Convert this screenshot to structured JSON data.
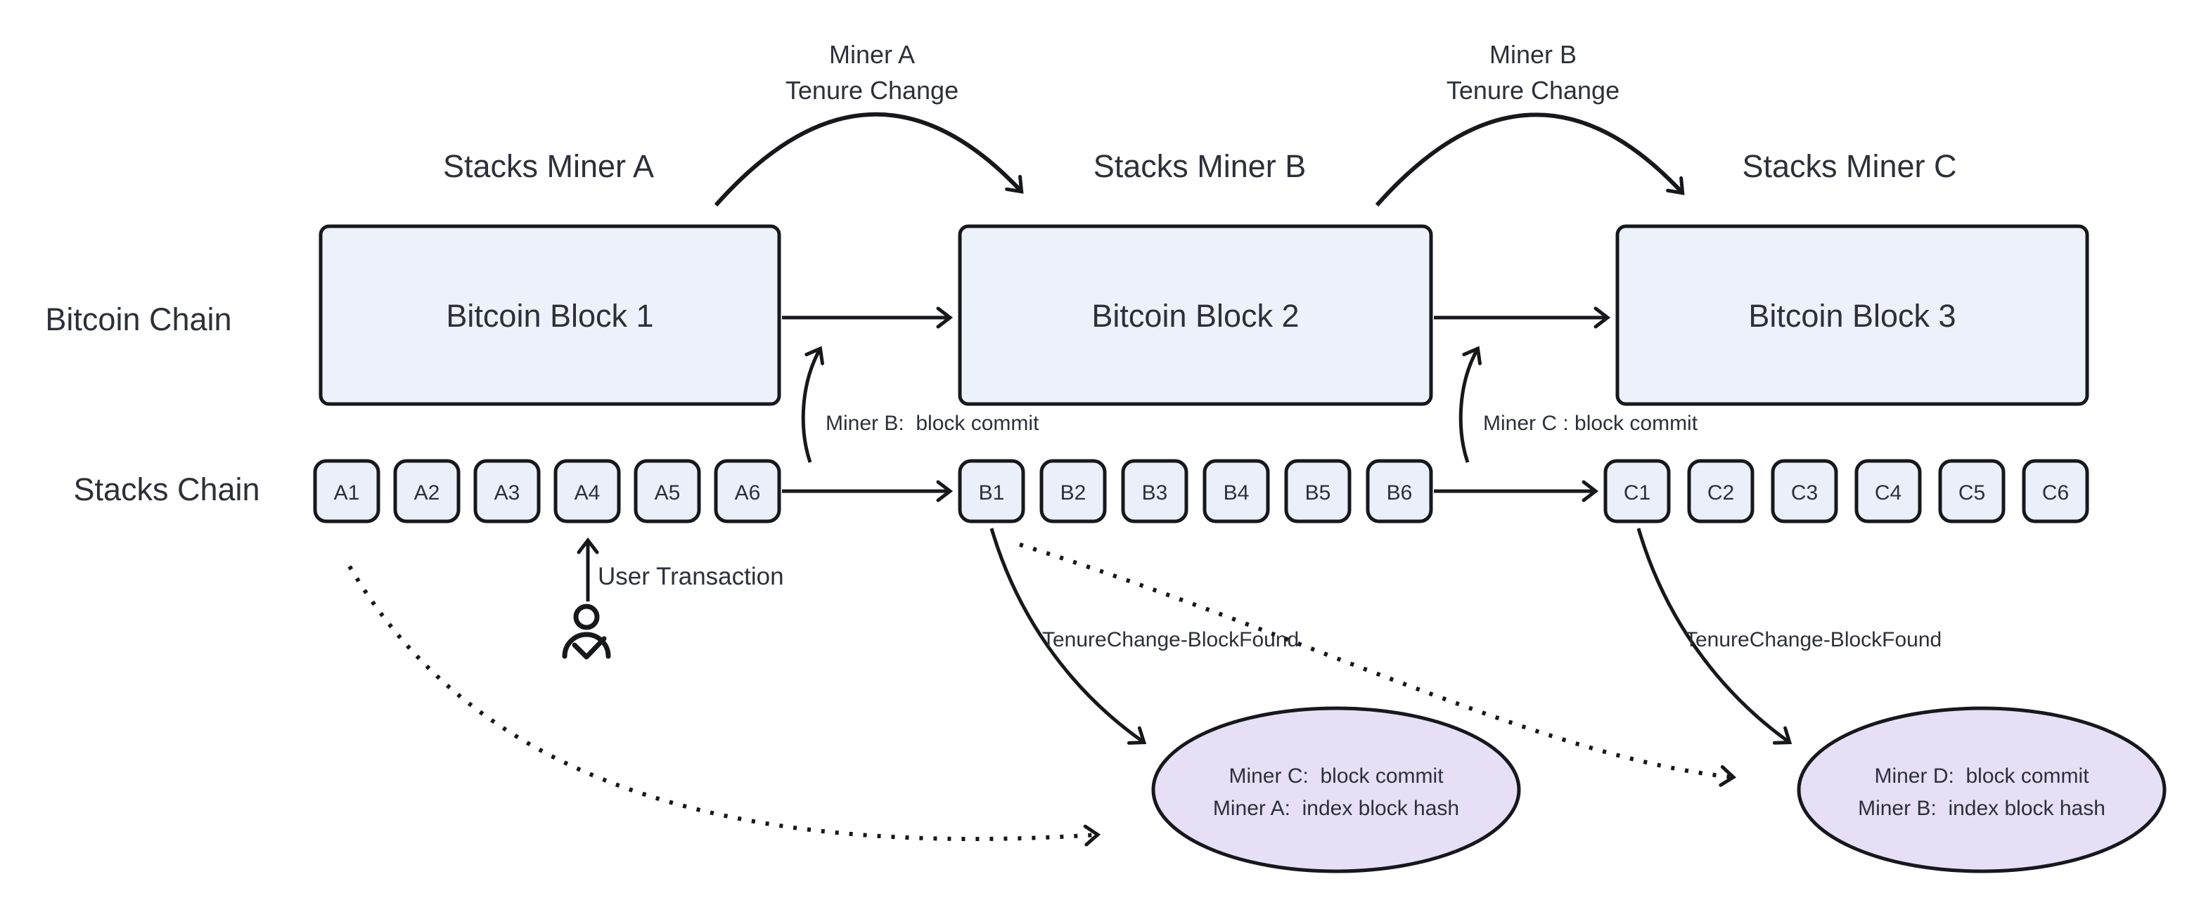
{
  "colors": {
    "background": "#ffffff",
    "block_fill": "#edf1f9",
    "small_block_fill": "#eaeff9",
    "ellipse_fill": "#e6dff6",
    "stroke": "#17181c",
    "text": "#2d3039"
  },
  "chain_labels": {
    "bitcoin": "Bitcoin Chain",
    "stacks": "Stacks Chain"
  },
  "miner_titles": [
    "Stacks Miner A",
    "Stacks Miner B",
    "Stacks Miner C"
  ],
  "tenure_changes": [
    {
      "line1": "Miner A",
      "line2": "Tenure Change"
    },
    {
      "line1": "Miner B",
      "line2": "Tenure Change"
    }
  ],
  "bitcoin_blocks": [
    "Bitcoin Block 1",
    "Bitcoin Block 2",
    "Bitcoin Block 3"
  ],
  "stacks_blocks": {
    "a": [
      "A1",
      "A2",
      "A3",
      "A4",
      "A5",
      "A6"
    ],
    "b": [
      "B1",
      "B2",
      "B3",
      "B4",
      "B5",
      "B6"
    ],
    "c": [
      "C1",
      "C2",
      "C3",
      "C4",
      "C5",
      "C6"
    ]
  },
  "block_commit_labels": [
    "Miner B:  block commit",
    "Miner C : block commit"
  ],
  "user_transaction_label": "User Transaction",
  "tenure_change_blockfound_labels": [
    "TenureChange-BlockFound",
    "TenureChange-BlockFound"
  ],
  "sortition_ellipses": [
    {
      "line1": "Miner C:  block commit",
      "line2": "Miner A:  index block hash"
    },
    {
      "line1": "Miner D:  block commit",
      "line2": "Miner B:  index block hash"
    }
  ]
}
